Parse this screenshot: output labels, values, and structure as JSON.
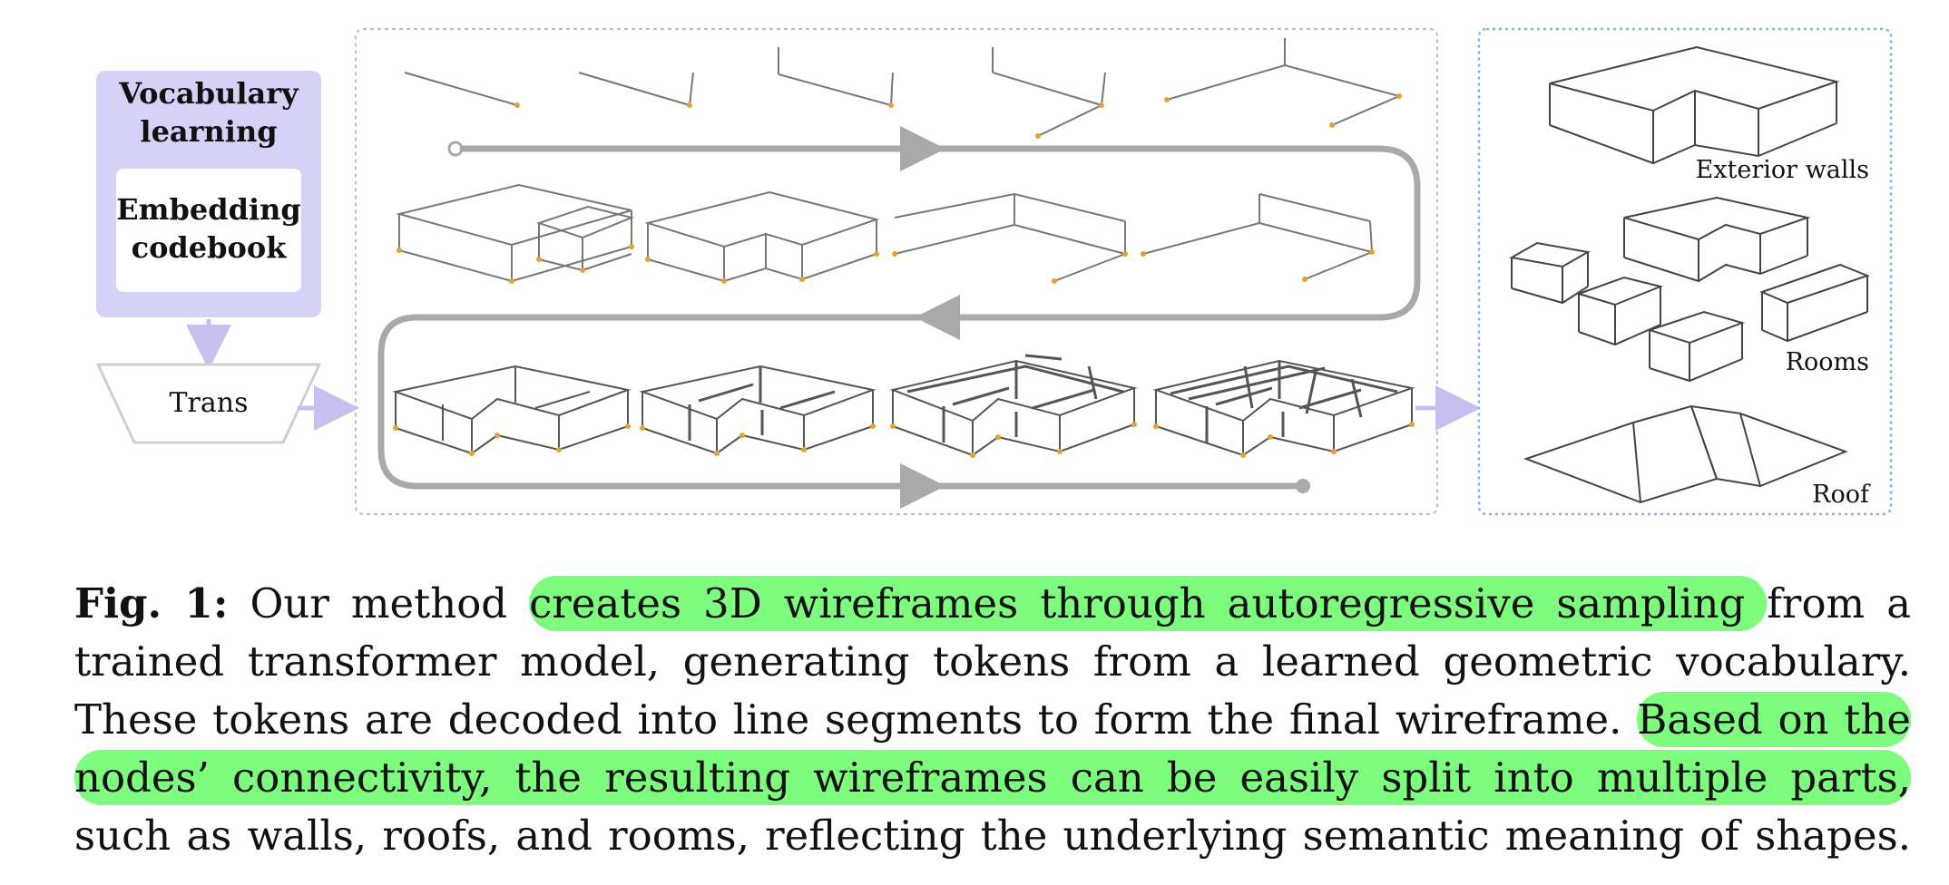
{
  "figure": {
    "vocab_box": {
      "title_line1": "Vocabulary",
      "title_line2": "learning",
      "inner_line1": "Embedding",
      "inner_line2": "codebook"
    },
    "trans_label": "Trans",
    "output_labels": {
      "exterior": "Exterior walls",
      "rooms": "Rooms",
      "roof": "Roof"
    },
    "colors": {
      "vocab_fill": "#d6d1f7",
      "arrow_purple": "#c8c0f0",
      "flow_arrow": "#a9a9a9",
      "wire": "#666666",
      "node": "#e8a030",
      "panel_border_gray": "#bdbdbd",
      "panel_border_blue": "#7fb3e6",
      "highlight": "#7dfc7d"
    }
  },
  "caption": {
    "label": "Fig. 1:",
    "line1_pre": "Our method ",
    "line1_hl": "creates 3D wireframes through autoregressive sampling ",
    "line1_post": "from a",
    "line2": "trained transformer model, generating tokens from a learned geometric vocabulary.",
    "line3_pre": "These tokens are decoded into line segments to form the final wireframe. ",
    "line3_hl": "Based on the",
    "line4_hl": "nodes’ connectivity, the resulting wireframes can be easily split into multiple parts,",
    "line5": "such as walls, roofs, and rooms, reflecting the underlying semantic meaning of shapes."
  }
}
